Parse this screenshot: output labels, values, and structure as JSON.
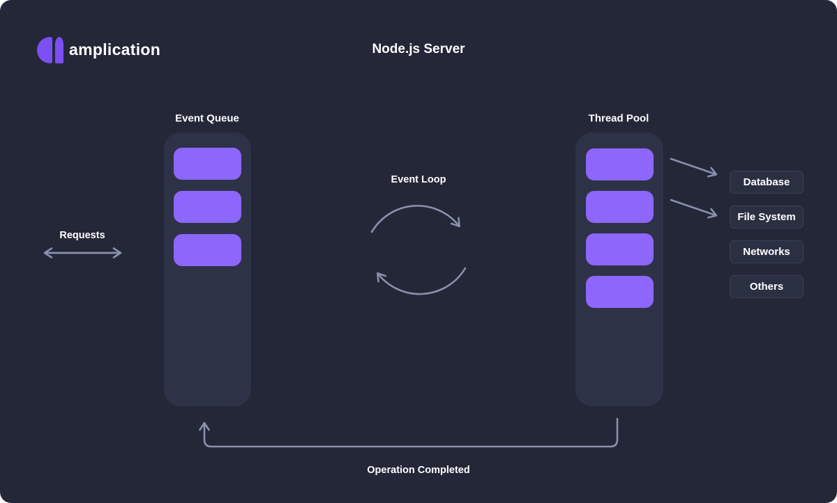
{
  "page": {
    "title": "Node.js Server"
  },
  "brand": {
    "name": "amplication",
    "logo_icon": "amplication-split-circle-icon"
  },
  "colors": {
    "panel": "#242738",
    "column": "#2E3246",
    "block": "#8D66FC",
    "logo": "#7B4FF2",
    "box_bg": "#2B2F42",
    "box_border": "#3A4054",
    "arrow": "#8A91AE",
    "text": "#FFFFFF",
    "page_background": "#FFFFFF"
  },
  "diagram": {
    "requests": {
      "label": "Requests"
    },
    "event_queue": {
      "label": "Event Queue",
      "blocks": 3
    },
    "event_loop": {
      "label": "Event Loop"
    },
    "thread_pool": {
      "label": "Thread Pool",
      "blocks": 4
    },
    "operation_completed": {
      "label": "Operation Completed"
    },
    "resources": [
      {
        "label": "Database"
      },
      {
        "label": "File System"
      },
      {
        "label": "Networks"
      },
      {
        "label": "Others"
      }
    ]
  }
}
